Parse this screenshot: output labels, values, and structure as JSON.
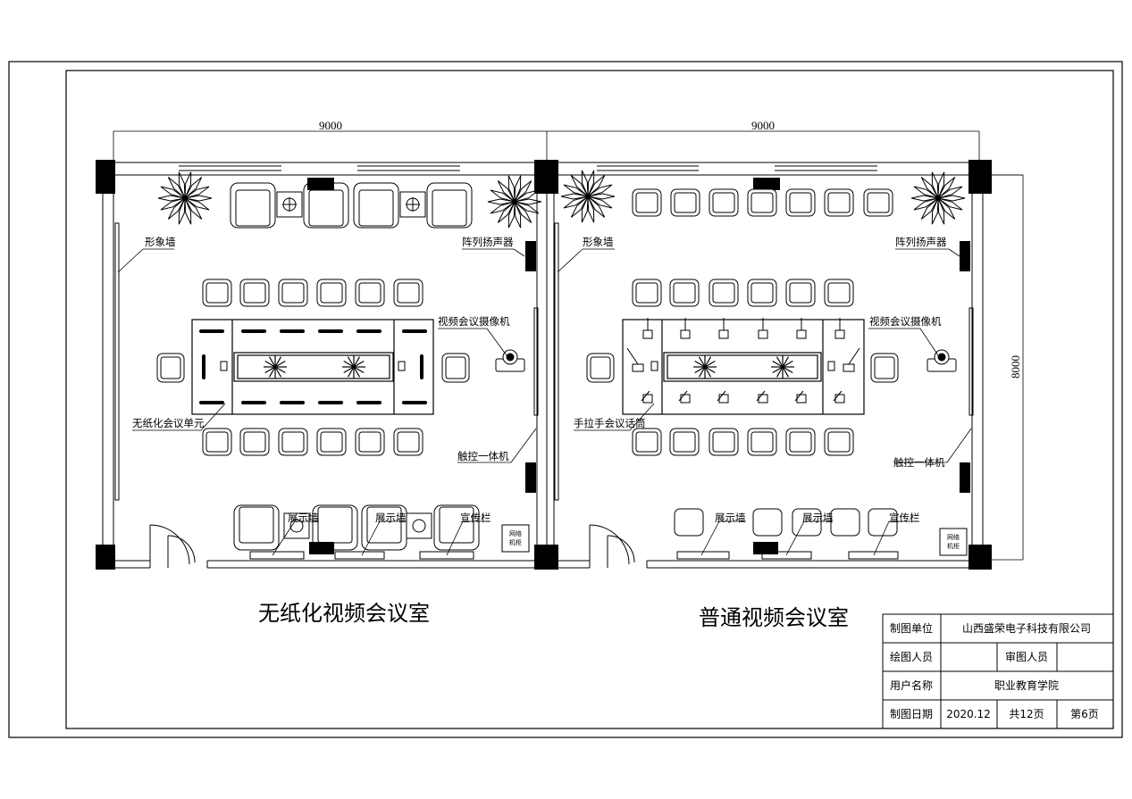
{
  "dimensions": {
    "left_width": "9000",
    "right_width": "9000",
    "right_height": "8000"
  },
  "rooms": {
    "left": {
      "title": "无纸化视频会议室",
      "labels": {
        "image_wall": "形象墙",
        "array_speaker": "阵列扬声器",
        "video_camera": "视频会议摄像机",
        "conference_unit": "无纸化会议单元",
        "touch_panel": "触控一体机",
        "display_wall_1": "展示墙",
        "display_wall_2": "展示墙",
        "promo_board": "宣传栏",
        "network_cabinet_1": "网络",
        "network_cabinet_2": "机柜"
      }
    },
    "right": {
      "title": "普通视频会议室",
      "labels": {
        "image_wall": "形象墙",
        "array_speaker": "阵列扬声器",
        "video_camera": "视频会议摄像机",
        "microphone": "手拉手会议话筒",
        "touch_panel": "触控一体机",
        "display_wall_1": "展示墙",
        "display_wall_2": "展示墙",
        "promo_board": "宣传栏",
        "network_cabinet_1": "网络",
        "network_cabinet_2": "机柜"
      }
    }
  },
  "title_block": {
    "unit_label": "制图单位",
    "unit_value": "山西盛荣电子科技有限公司",
    "drawer_label": "绘图人员",
    "drawer_value": "",
    "reviewer_label": "审图人员",
    "reviewer_value": "",
    "client_label": "用户名称",
    "client_value": "职业教育学院",
    "date_label": "制图日期",
    "date_value": "2020.12",
    "total_pages": "共12页",
    "page_no": "第6页"
  }
}
